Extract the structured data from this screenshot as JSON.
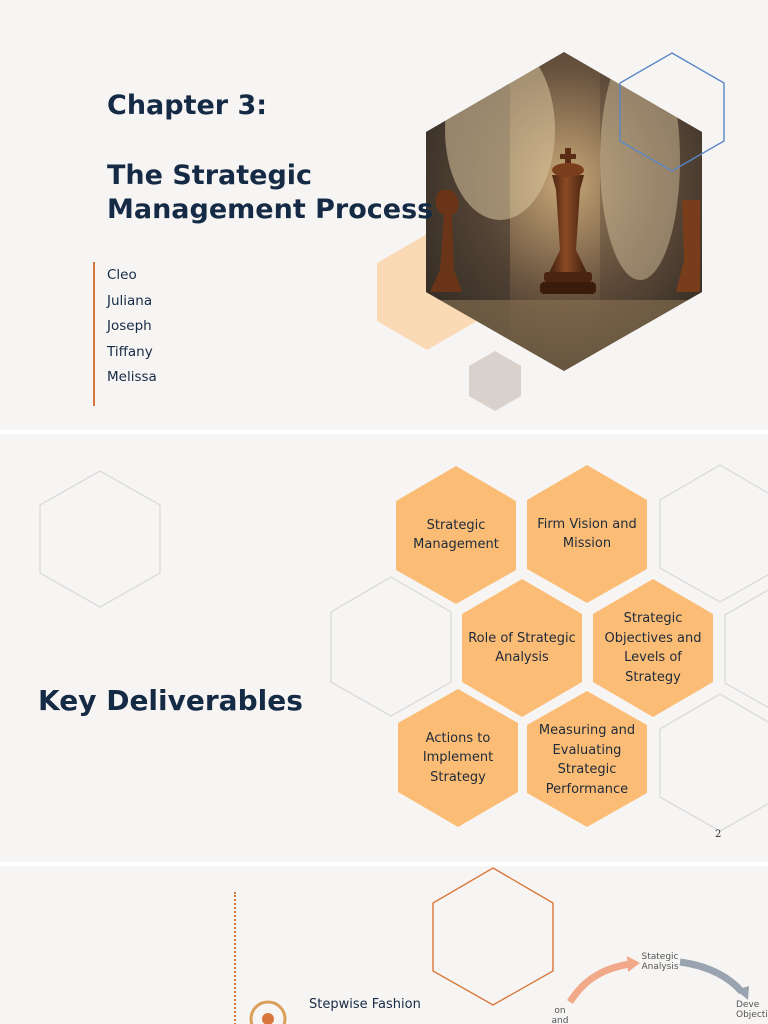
{
  "slide1": {
    "chapter": "Chapter 3:",
    "title_line1": "The Strategic",
    "title_line2": "Management Process",
    "names": [
      "Cleo",
      "Juliana",
      "Joseph",
      "Tiffany",
      "Melissa"
    ],
    "colors": {
      "accent_orange": "#d9763b",
      "light_peach": "#fad9b5",
      "gray_hex": "#d9d1cb",
      "blue_outline": "#5a87c7"
    }
  },
  "slide2": {
    "title": "Key Deliverables",
    "page_number": "2",
    "hexes": [
      {
        "label": "Strategic Management"
      },
      {
        "label": "Firm Vision and Mission"
      },
      {
        "label": "Role of Strategic Analysis"
      },
      {
        "label": "Strategic Objectives and Levels of Strategy"
      },
      {
        "label": "Actions to Implement Strategy"
      },
      {
        "label": "Measuring and Evaluating Strategic Performance"
      }
    ],
    "colors": {
      "hex_fill": "#fbbd76",
      "outline": "#d8d8d8"
    }
  },
  "slide3": {
    "heading": "Stepwise Fashion",
    "diagram_labels": {
      "top": "Stategic Analysis",
      "left": "on and Mission",
      "right": "Deve Objecti"
    }
  }
}
